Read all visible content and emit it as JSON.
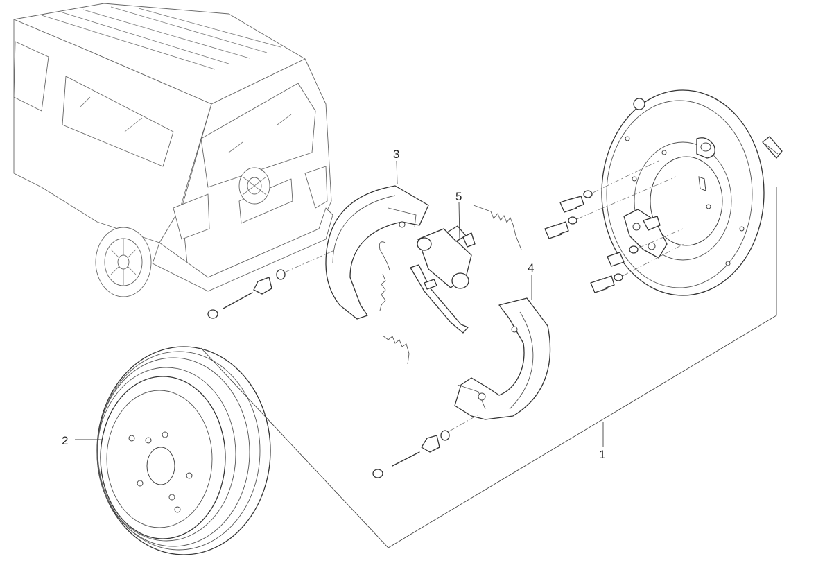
{
  "figure": {
    "description_type": "exploded parts diagram",
    "callouts": [
      {
        "id": "c1",
        "label": "1"
      },
      {
        "id": "c2",
        "label": "2"
      },
      {
        "id": "c3",
        "label": "3"
      },
      {
        "id": "c4",
        "label": "4"
      },
      {
        "id": "c5",
        "label": "5"
      }
    ]
  }
}
